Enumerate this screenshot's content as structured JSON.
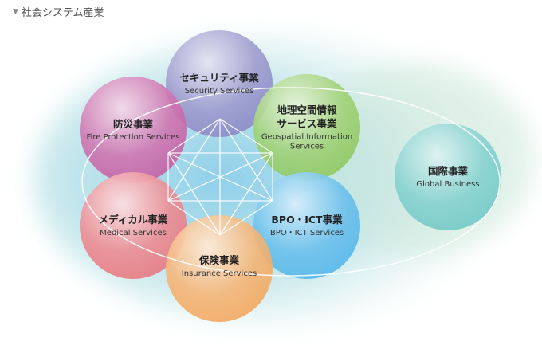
{
  "header": {
    "title": "社会システム産業",
    "icon": "triangle-down-icon"
  },
  "segments": [
    {
      "id": "security",
      "jp": "セキュリティ事業",
      "en": "Security Services",
      "color": "#8a86c4"
    },
    {
      "id": "fire",
      "jp": "防災事業",
      "en": "Fire Protection Services",
      "color": "#c55aa0"
    },
    {
      "id": "geo",
      "jp": "地理空間情報\nサービス事業",
      "en": "Geospatial Information\nServices",
      "color": "#8cc75a"
    },
    {
      "id": "medical",
      "jp": "メディカル事業",
      "en": "Medical Services",
      "color": "#e8747c"
    },
    {
      "id": "bpo",
      "jp": "BPO・ICT事業",
      "en": "BPO・ICT Services",
      "color": "#4fb4e8"
    },
    {
      "id": "insurance",
      "jp": "保険事業",
      "en": "Insurance Services",
      "color": "#f3a55a"
    },
    {
      "id": "global",
      "jp": "国際事業",
      "en": "Global Business",
      "color": "#6cc7c5"
    }
  ]
}
